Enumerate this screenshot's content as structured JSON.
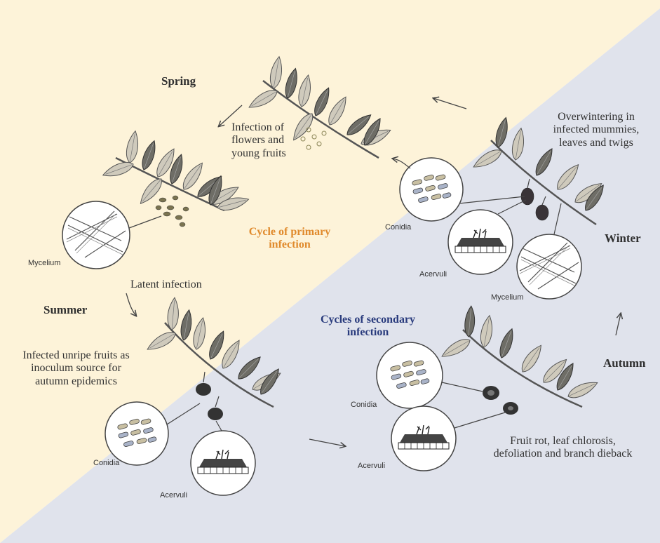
{
  "seasons": {
    "spring": "Spring",
    "summer": "Summer",
    "winter": "Winter",
    "autumn": "Autumn"
  },
  "cycles": {
    "primary": "Cycle of primary\ninfection",
    "secondary": "Cycles of secondary\ninfection"
  },
  "notes": {
    "flowers": "Infection of\nflowers and\nyoung fruits",
    "overwintering": "Overwintering in\ninfected mummies,\nleaves and twigs",
    "latent": "Latent infection",
    "unripe": "Infected unripe fruits as\ninoculum source for\nautumn epidemics",
    "symptoms": "Fruit rot, leaf chlorosis,\ndefoliation and branch dieback"
  },
  "structures": {
    "mycelium_spring": "Mycelium",
    "mycelium_winter": "Mycelium",
    "conidia_winter": "Conidia",
    "acervuli_winter": "Acervuli",
    "conidia_summer": "Conidia",
    "acervuli_summer": "Acervuli",
    "conidia_autumn": "Conidia",
    "acervuli_autumn": "Acervuli"
  },
  "colors": {
    "primary_region": "#fdf3d9",
    "secondary_region": "#e0e3ec",
    "primary_text": "#e08a2c",
    "secondary_text": "#283a7c"
  }
}
